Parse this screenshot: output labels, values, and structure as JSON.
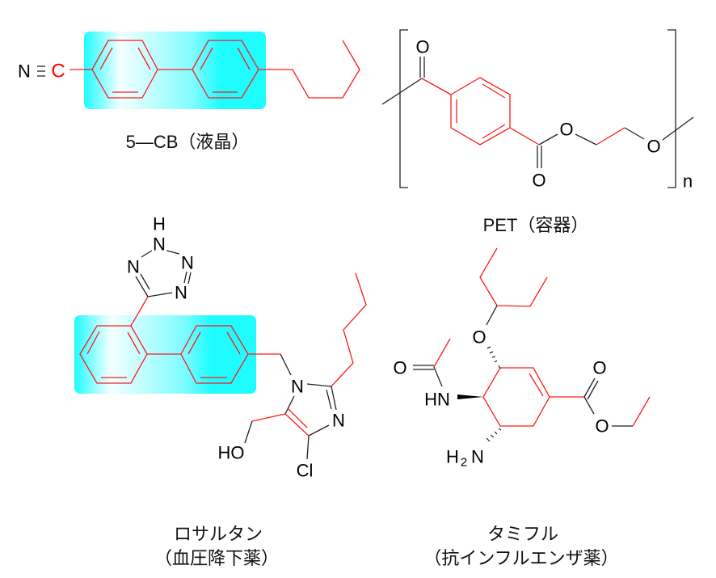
{
  "colors": {
    "highlight": "#1ffcff",
    "bond_highlight": "#ff1a1a",
    "bond": "#222222"
  },
  "molecules": {
    "cb5": {
      "name": "5—CB（液晶）",
      "atoms": {
        "N": "N",
        "C": "C"
      }
    },
    "pet": {
      "name": "PET（容器）",
      "atoms": {
        "O1": "O",
        "O2": "O",
        "O3": "O",
        "O4": "O",
        "n": "n"
      }
    },
    "losartan": {
      "name": "ロサルタン",
      "use": "（血圧降下薬）",
      "atoms": {
        "H": "H",
        "N1": "N",
        "N2": "N",
        "N3": "N",
        "N4": "N",
        "N5": "N",
        "N6": "N",
        "HO": "HO",
        "Cl": "Cl"
      }
    },
    "tamiflu": {
      "name": "タミフル",
      "use": "（抗インフルエンザ薬）",
      "atoms": {
        "O1": "O",
        "O2": "O",
        "HN": "HN",
        "H2N_H": "H",
        "H2N_2": "2",
        "H2N_N": "N",
        "O3": "O",
        "O4": "O"
      }
    }
  }
}
